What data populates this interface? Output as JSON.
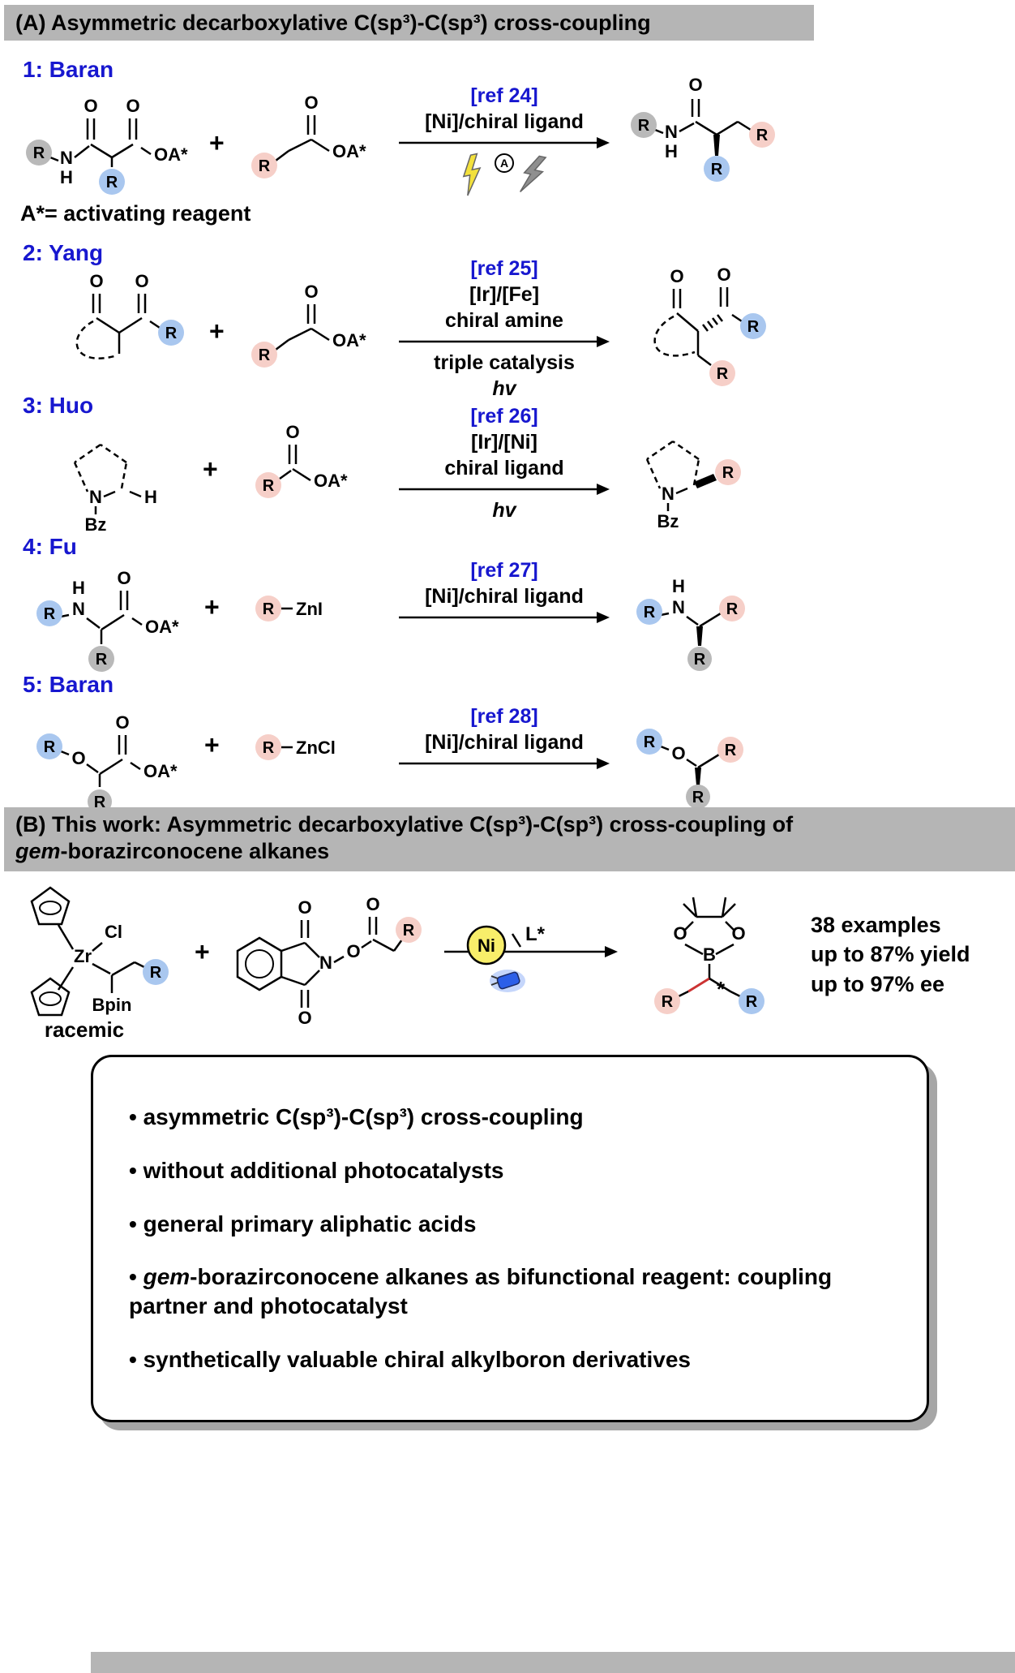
{
  "atoms": {
    "O": "O",
    "N": "N",
    "H": "H",
    "R": "R",
    "B": "B",
    "OA": "OA*",
    "Bz": "Bz",
    "ZnI": "ZnI",
    "ZnCl": "ZnCl",
    "Zr": "Zr",
    "Cl": "Cl",
    "Bpin": "Bpin",
    "Ni": "Ni",
    "L": "L*",
    "A": "A",
    "plus": "+",
    "star": "*",
    "hv": "hv"
  },
  "panel_a": {
    "header": "(A) Asymmetric decarboxylative C(sp³)-C(sp³) cross-coupling",
    "note": "A*= activating reagent",
    "entries": [
      {
        "label": "1: Baran",
        "ref": "[ref 24]",
        "cond1": "[Ni]/chiral ligand"
      },
      {
        "label": "2: Yang",
        "ref": "[ref 25]",
        "cond1": "[Ir]/[Fe]",
        "cond2": "chiral amine",
        "below1": "triple catalysis",
        "below2": "hv"
      },
      {
        "label": "3: Huo",
        "ref": "[ref 26]",
        "cond1": "[Ir]/[Ni]",
        "cond2": "chiral ligand",
        "below1": "hv"
      },
      {
        "label": "4: Fu",
        "ref": "[ref 27]",
        "cond1": "[Ni]/chiral ligand"
      },
      {
        "label": "5: Baran",
        "ref": "[ref 28]",
        "cond1": "[Ni]/chiral ligand"
      }
    ]
  },
  "panel_b": {
    "header_line1": "(B) This work: Asymmetric decarboxylative C(sp³)-C(sp³) cross-coupling of",
    "header_italic": "gem",
    "header_rest": "-borazirconocene alkanes",
    "racemic": "racemic",
    "stats": [
      "38 examples",
      "up to 87% yield",
      "up to 97% ee"
    ]
  },
  "highlights": {
    "bullet": "•",
    "item1": "asymmetric C(sp³)-C(sp³) cross-coupling",
    "item2": "without additional photocatalysts",
    "item3": "general primary aliphatic acids",
    "item4_italic": "gem",
    "item4_rest": "-borazirconocene alkanes as bifunctional reagent: coupling partner and photocatalyst",
    "item5": "synthetically valuable chiral alkylboron derivatives"
  },
  "colors": {
    "r_gray": "#b9b9b9",
    "r_blue": "#a9c7ef",
    "r_pink": "#f6cfc8",
    "accent_blue": "#1717cf",
    "header_gray": "#b5b5b5",
    "new_bond_red": "#cc3333",
    "ni_yellow": "#f8ee6a"
  }
}
